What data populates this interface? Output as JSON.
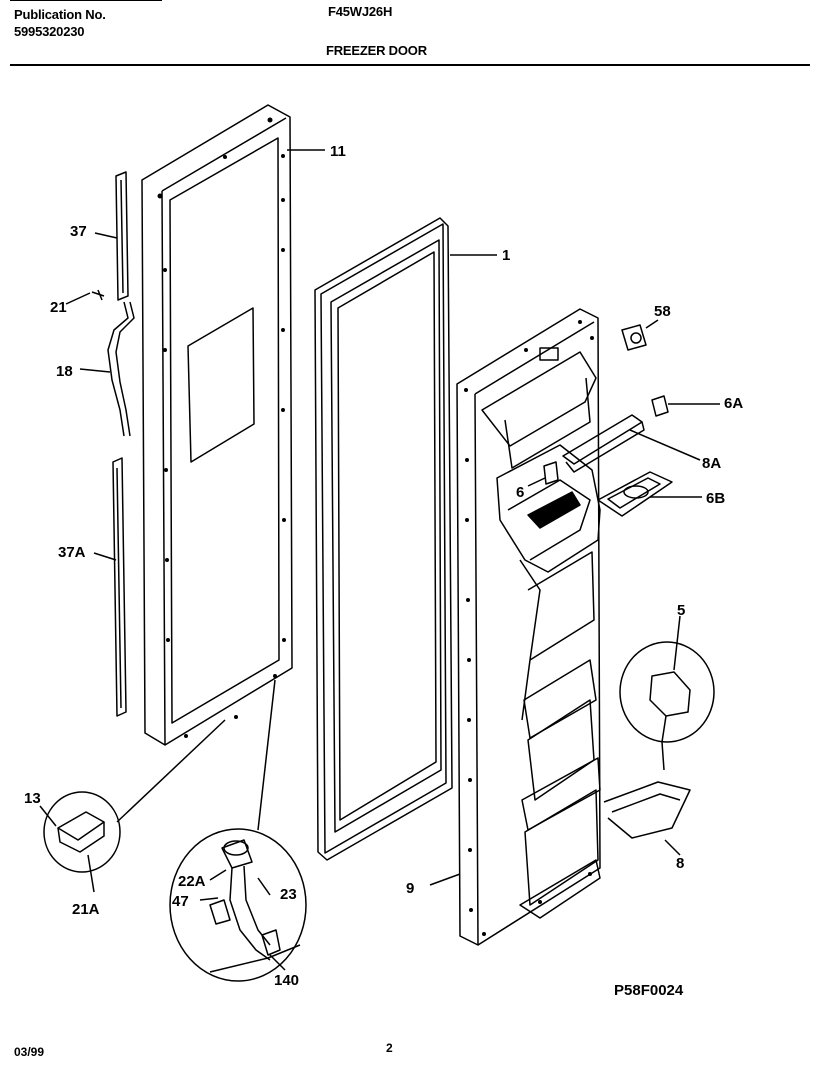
{
  "header": {
    "publication_label": "Publication No.",
    "publication_number": "5995320230",
    "model": "F45WJ26H",
    "section_title": "FREEZER DOOR"
  },
  "footer": {
    "date": "03/99",
    "page": "2",
    "ref_code": "P58F0024"
  },
  "callouts": {
    "c11": "11",
    "c37": "37",
    "c21": "21",
    "c18": "18",
    "c37a": "37A",
    "c1": "1",
    "c58": "58",
    "c6a": "6A",
    "c8a": "8A",
    "c6": "6",
    "c6b": "6B",
    "c5": "5",
    "c13": "13",
    "c21a": "21A",
    "c22a": "22A",
    "c23": "23",
    "c47": "47",
    "c140": "140",
    "c9": "9",
    "c8": "8"
  }
}
